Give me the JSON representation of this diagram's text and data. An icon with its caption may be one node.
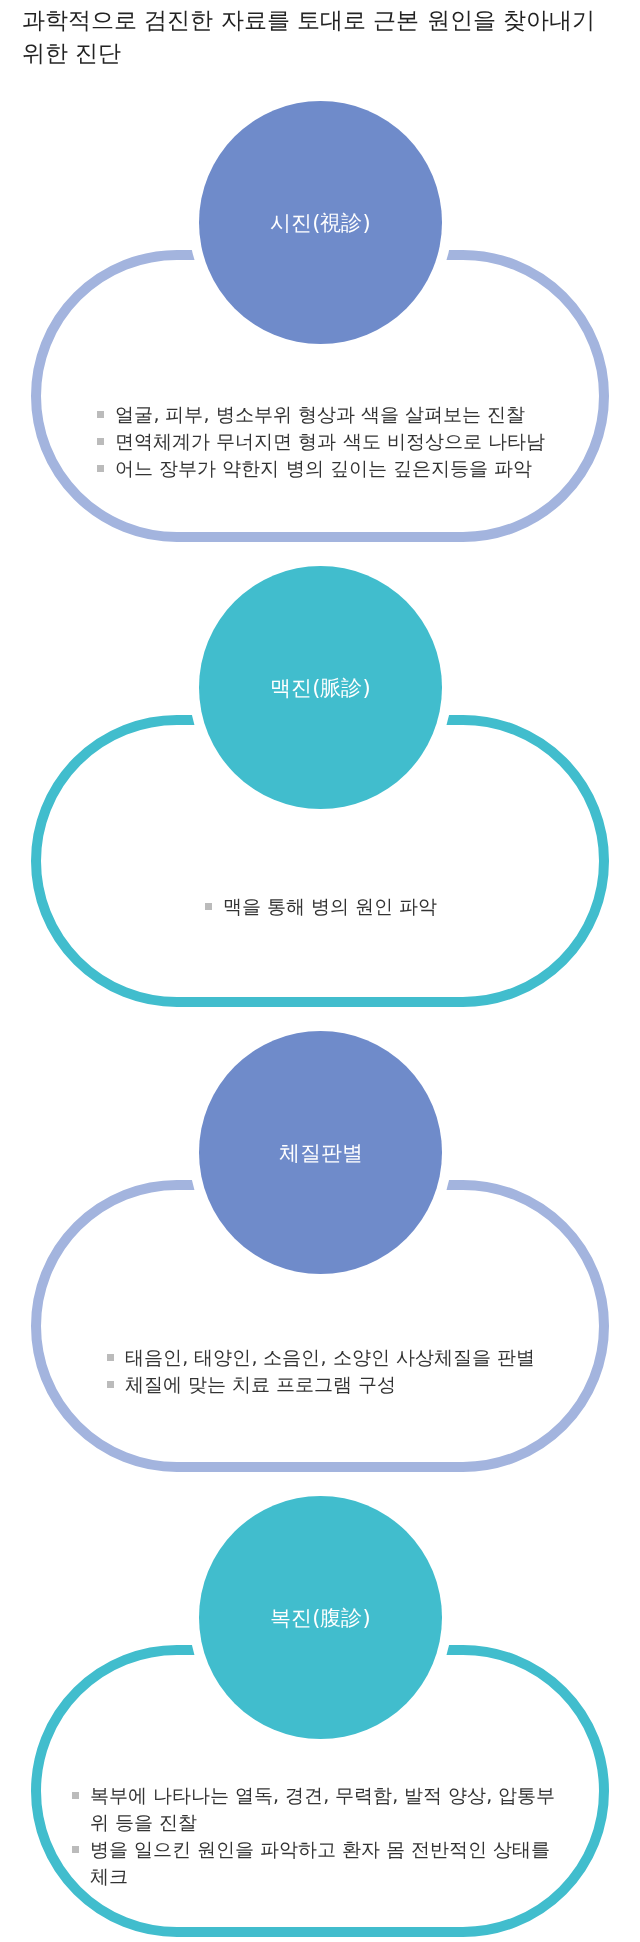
{
  "diagram": {
    "title": "과학적으로 검진한 자료를 토대로 근본 원인을 찾아내기 위한 진단",
    "nodes": [
      {
        "text": [
          "시진(視診)"
        ]
      },
      {
        "text": [
          "얼굴, 피부, 병소부위 형상과 색을 살펴보는 진찰",
          "면역체계가 무너지면 형과 색도 비정상으로 나타남",
          "어느 장부가 약한지 병의 깊이는 깊은지등을 파악"
        ]
      },
      {
        "text": [
          "맥진(脈診)"
        ]
      },
      {
        "text": [
          "맥을 통해 병의 원인 파악"
        ]
      },
      {
        "text": [
          "체질판별"
        ]
      },
      {
        "text": [
          "태음인, 태양인, 소음인, 소양인 사상체질을 판별",
          "체질에 맞는 치료 프로그램 구성"
        ]
      },
      {
        "text": [
          "복진(腹診)"
        ]
      },
      {
        "text": [
          "복부에 나타나는 열독, 경견, 무력함, 발적 양상, 압통부위 등을 진찰",
          "병을 일으킨 원인을 파악하고 환자 몸 전반적인 상태를 체크"
        ]
      }
    ],
    "edges": []
  }
}
